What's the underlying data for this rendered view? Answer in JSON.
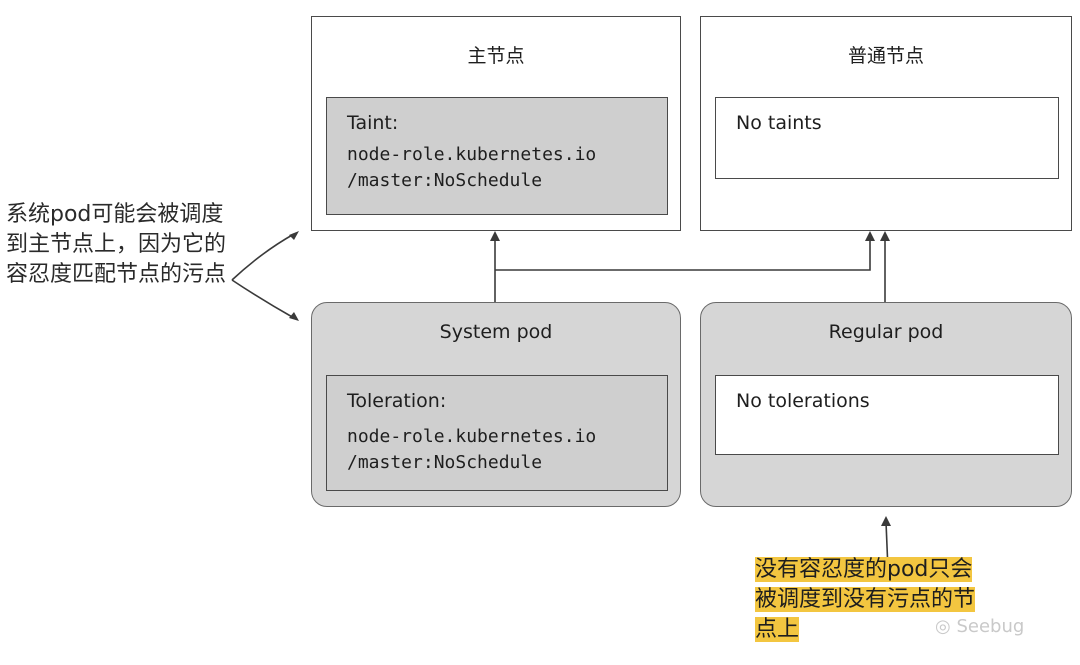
{
  "master_node": {
    "title": "主节点",
    "taint_label": "Taint:",
    "taint_line1": "node-role.kubernetes.io",
    "taint_line2": "/master:NoSchedule"
  },
  "regular_node": {
    "title": "普通节点",
    "taint_label": "No taints"
  },
  "system_pod": {
    "title": "System pod",
    "toleration_label": "Toleration:",
    "toleration_line1": "node-role.kubernetes.io",
    "toleration_line2": "/master:NoSchedule"
  },
  "regular_pod": {
    "title": "Regular pod",
    "toleration_label": "No tolerations"
  },
  "annotations": {
    "left_note": "系统pod可能会被调度到主节点上，因为它的容忍度匹配节点的污点",
    "bottom_note_lines": [
      "没有容忍度的pod只会",
      "被调度到没有污点的节",
      "点上"
    ]
  },
  "watermark": "Seebug",
  "colors": {
    "highlight": "#f3c640",
    "pod_fill": "#d6d6d6",
    "taint_fill": "#cfcfcf",
    "border": "#4a4a4a"
  }
}
